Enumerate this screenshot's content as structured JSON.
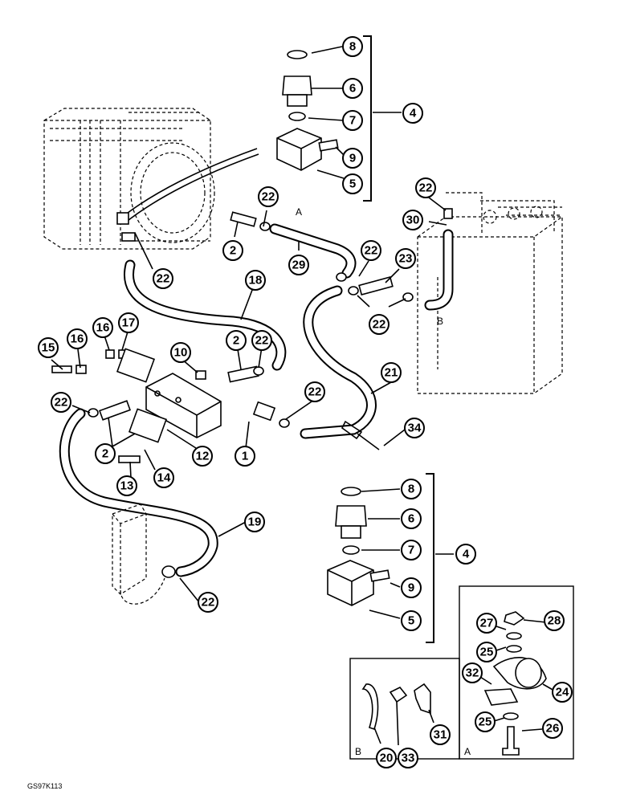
{
  "drawing_code": "GS97K113",
  "inset_labels": {
    "b": "B",
    "a": "A"
  },
  "hose_marks": {
    "a": "A",
    "b": "B"
  },
  "callouts": [
    {
      "id": "c8a",
      "label": "8"
    },
    {
      "id": "c6a",
      "label": "6"
    },
    {
      "id": "c7a",
      "label": "7"
    },
    {
      "id": "c4a",
      "label": "4"
    },
    {
      "id": "c9a",
      "label": "9"
    },
    {
      "id": "c5a",
      "label": "5"
    },
    {
      "id": "c22a",
      "label": "22"
    },
    {
      "id": "c22b",
      "label": "22"
    },
    {
      "id": "c2a",
      "label": "2"
    },
    {
      "id": "c29",
      "label": "29"
    },
    {
      "id": "c22c",
      "label": "22"
    },
    {
      "id": "c30",
      "label": "30"
    },
    {
      "id": "c23",
      "label": "23"
    },
    {
      "id": "c22d",
      "label": "22"
    },
    {
      "id": "c22e",
      "label": "22"
    },
    {
      "id": "c18",
      "label": "18"
    },
    {
      "id": "c15",
      "label": "15"
    },
    {
      "id": "c16a",
      "label": "16"
    },
    {
      "id": "c16b",
      "label": "16"
    },
    {
      "id": "c17",
      "label": "17"
    },
    {
      "id": "c10",
      "label": "10"
    },
    {
      "id": "c2b",
      "label": "2"
    },
    {
      "id": "c22f",
      "label": "22"
    },
    {
      "id": "c21",
      "label": "21"
    },
    {
      "id": "c22g",
      "label": "22"
    },
    {
      "id": "c22h",
      "label": "22"
    },
    {
      "id": "c2c",
      "label": "2"
    },
    {
      "id": "c12",
      "label": "12"
    },
    {
      "id": "c1",
      "label": "1"
    },
    {
      "id": "c34",
      "label": "34"
    },
    {
      "id": "c13",
      "label": "13"
    },
    {
      "id": "c14",
      "label": "14"
    },
    {
      "id": "c19",
      "label": "19"
    },
    {
      "id": "c8b",
      "label": "8"
    },
    {
      "id": "c6b",
      "label": "6"
    },
    {
      "id": "c7b",
      "label": "7"
    },
    {
      "id": "c4b",
      "label": "4"
    },
    {
      "id": "c9b",
      "label": "9"
    },
    {
      "id": "c5b",
      "label": "5"
    },
    {
      "id": "c22i",
      "label": "22"
    },
    {
      "id": "c27",
      "label": "27"
    },
    {
      "id": "c28",
      "label": "28"
    },
    {
      "id": "c25a",
      "label": "25"
    },
    {
      "id": "c32",
      "label": "32"
    },
    {
      "id": "c24",
      "label": "24"
    },
    {
      "id": "c25b",
      "label": "25"
    },
    {
      "id": "c26",
      "label": "26"
    },
    {
      "id": "c20",
      "label": "20"
    },
    {
      "id": "c33",
      "label": "33"
    },
    {
      "id": "c31",
      "label": "31"
    }
  ]
}
